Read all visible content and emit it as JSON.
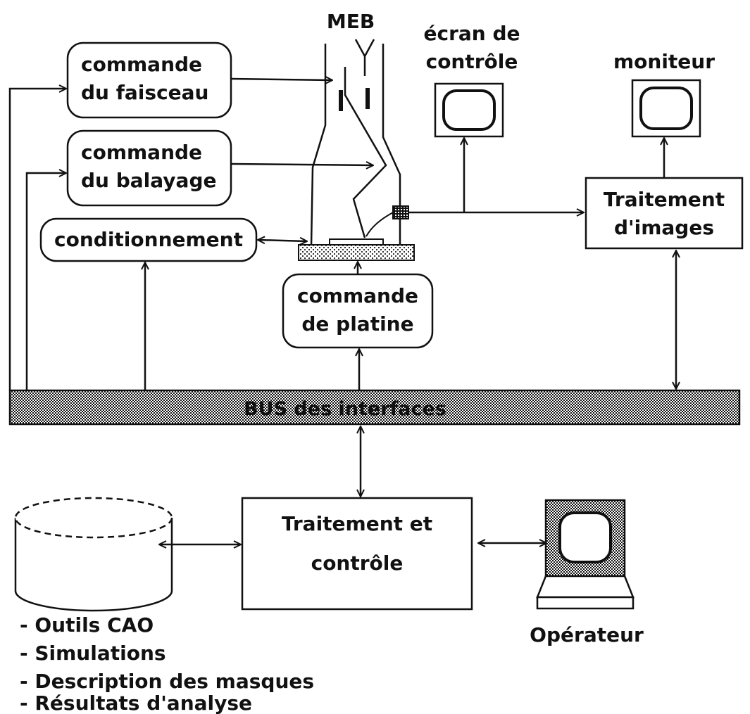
{
  "diagram": {
    "meb": "MEB",
    "ecran_line1": "écran de",
    "ecran_line2": "contrôle",
    "moniteur": "moniteur",
    "faisceau_line1": "commande",
    "faisceau_line2": "du faisceau",
    "balayage_line1": "commande",
    "balayage_line2": "du balayage",
    "conditionnement": "conditionnement",
    "platine_line1": "commande",
    "platine_line2": "de platine",
    "traitement_images_line1": "Traitement",
    "traitement_images_line2": "d'images",
    "bus": "BUS des interfaces",
    "traitement_controle_line1": "Traitement et",
    "traitement_controle_line2": "contrôle",
    "operateur": "Opérateur",
    "database_list": [
      "- Outils CAO",
      "- Simulations",
      "- Description des masques",
      "- Résultats d'analyse"
    ]
  },
  "colors": {
    "ink": "#111111",
    "background": "#ffffff"
  }
}
